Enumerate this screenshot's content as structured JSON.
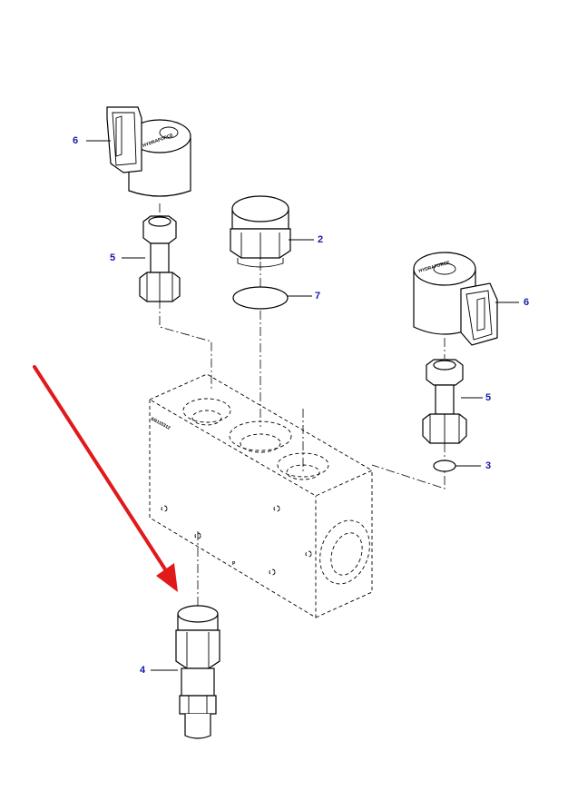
{
  "diagram": {
    "callouts": [
      {
        "id": "callout-6-left",
        "label": "6"
      },
      {
        "id": "callout-5-left",
        "label": "5"
      },
      {
        "id": "callout-2",
        "label": "2"
      },
      {
        "id": "callout-7",
        "label": "7"
      },
      {
        "id": "callout-6-right",
        "label": "6"
      },
      {
        "id": "callout-5-right",
        "label": "5"
      },
      {
        "id": "callout-3",
        "label": "3"
      },
      {
        "id": "callout-4",
        "label": "4"
      }
    ],
    "block_marking": "6/6115312",
    "coil_brand": "HYDRAFORCE",
    "port_mark": "P",
    "colors": {
      "callout_text": "#1a1aa8",
      "highlight_arrow": "#e0191b",
      "line_art": "#000000",
      "background": "#ffffff"
    }
  }
}
